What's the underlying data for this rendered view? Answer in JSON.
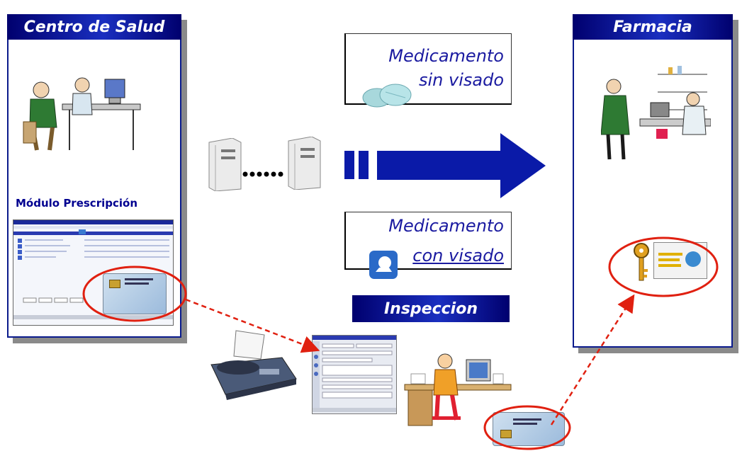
{
  "left_panel": {
    "title": "Centro de Salud",
    "module_label": "Módulo Prescripción"
  },
  "right_panel": {
    "title": "Farmacia"
  },
  "box_sin_visado": {
    "line1": "Medicamento",
    "line2": "sin visado"
  },
  "box_con_visado": {
    "line1": "Medicamento",
    "line2": "con visado"
  },
  "inspeccion_label": "Inspeccion",
  "colors": {
    "header_dark": "#00006e",
    "header_light": "#1a2fc0",
    "arrow": "#0a1aa8",
    "ellipse": "#e02010",
    "dashed": "#e02010"
  }
}
